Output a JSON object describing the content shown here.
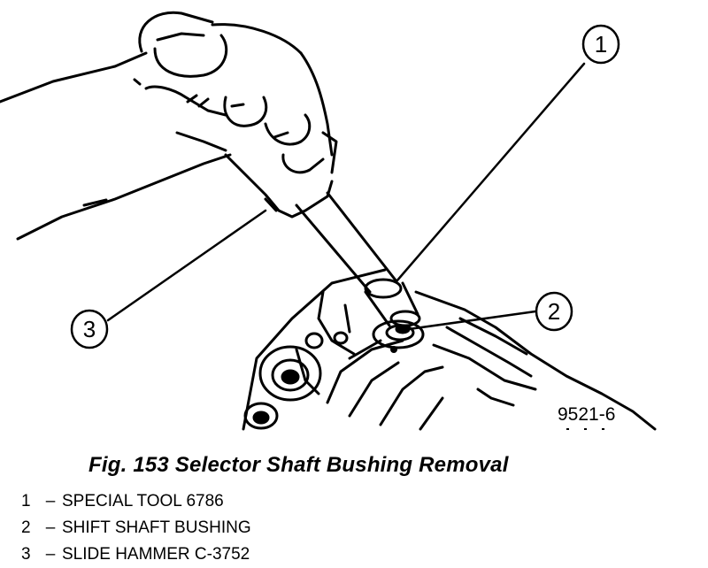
{
  "figure": {
    "caption": "Fig. 153 Selector Shaft Bushing Removal",
    "reference_code": "9521-6",
    "callouts": [
      "1",
      "2",
      "3"
    ]
  },
  "legend": [
    {
      "num": "1",
      "dash": "–",
      "text": "SPECIAL TOOL 6786"
    },
    {
      "num": "2",
      "dash": "–",
      "text": "SHIFT SHAFT BUSHING"
    },
    {
      "num": "3",
      "dash": "–",
      "text": "SLIDE HAMMER C-3752"
    }
  ]
}
